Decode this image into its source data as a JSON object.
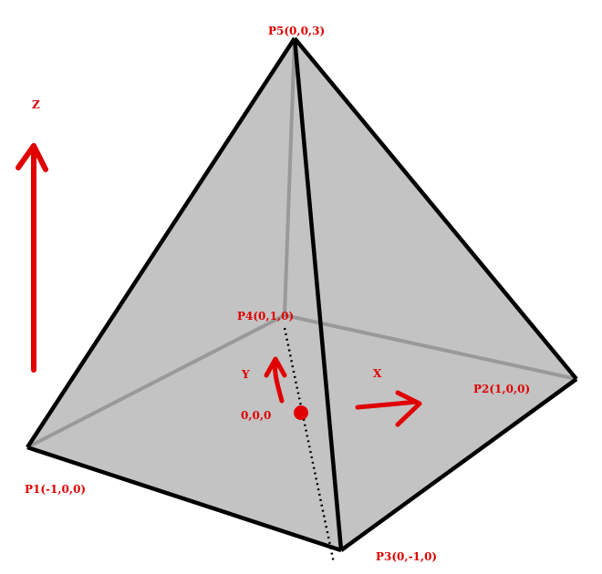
{
  "labels": {
    "p5": "P5(0,0,3)",
    "p4": "P4(0,1,0)",
    "p2": "P2(1,0,0)",
    "p1": "P1(-1,0,0)",
    "p3": "P3(0,-1,0)",
    "origin": "0,0,0",
    "axis_z": "Z",
    "axis_y": "Y",
    "axis_x": "X"
  },
  "colors": {
    "face_fill": "#c3c3c3",
    "edge": "#000000",
    "hidden_edge": "#999999",
    "annotation": "#e00000"
  }
}
